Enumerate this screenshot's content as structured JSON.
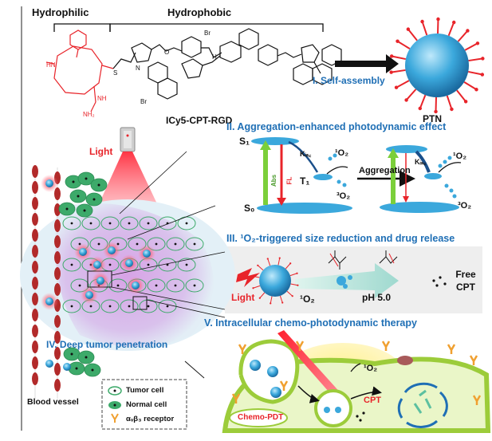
{
  "top": {
    "hydrophilic": "Hydrophilic",
    "hydrophobic": "Hydrophobic",
    "molecule_name": "ICy5-CPT-RGD",
    "self_assembly": "I. Self-assembly",
    "ptn": "PTN",
    "atom_br": "Br",
    "atom_nh2": "NH₂",
    "atom_nh": "NH",
    "atom_o": "O",
    "atom_n": "N",
    "atom_s": "S",
    "atom_hn": "HN",
    "atom_h": "H"
  },
  "panel2": {
    "title": "II. Aggregation-enhanced photodynamic effect",
    "s1": "S₁",
    "s0": "S₀",
    "t1": "T₁",
    "kisc": "Kᵢₛ꜀",
    "singlet_o2": "¹O₂",
    "triplet_o2": "³O₂",
    "abs": "Abs",
    "fl": "FL",
    "aggregation": "Aggregation"
  },
  "panel3": {
    "title": "III. ¹O₂-triggered size reduction and drug release",
    "light": "Light",
    "singlet_o2": "¹O₂",
    "ph": "pH 5.0",
    "free_cpt": "Free CPT"
  },
  "left": {
    "light": "Light",
    "deep": "IV. Deep tumor penetration",
    "blood_vessel": "Blood vessel",
    "legend": {
      "tumor_cell": "Tumor cell",
      "normal_cell": "Normal cell",
      "receptor": "αᵥβ₃ receptor"
    }
  },
  "panel5": {
    "title": "V. Intracellular chemo-photodynamic therapy",
    "chemo_pdt": "Chemo-PDT",
    "singlet_o2": "¹O₂",
    "cpt": "CPT"
  },
  "colors": {
    "accent_blue": "#1f6fb5",
    "red": "#e8242a",
    "nano_blue": "#3ba8dc",
    "normal_green": "#3daa6a",
    "tumor_purple": "#c98bd6",
    "cell_green": "#9ccc3a"
  }
}
